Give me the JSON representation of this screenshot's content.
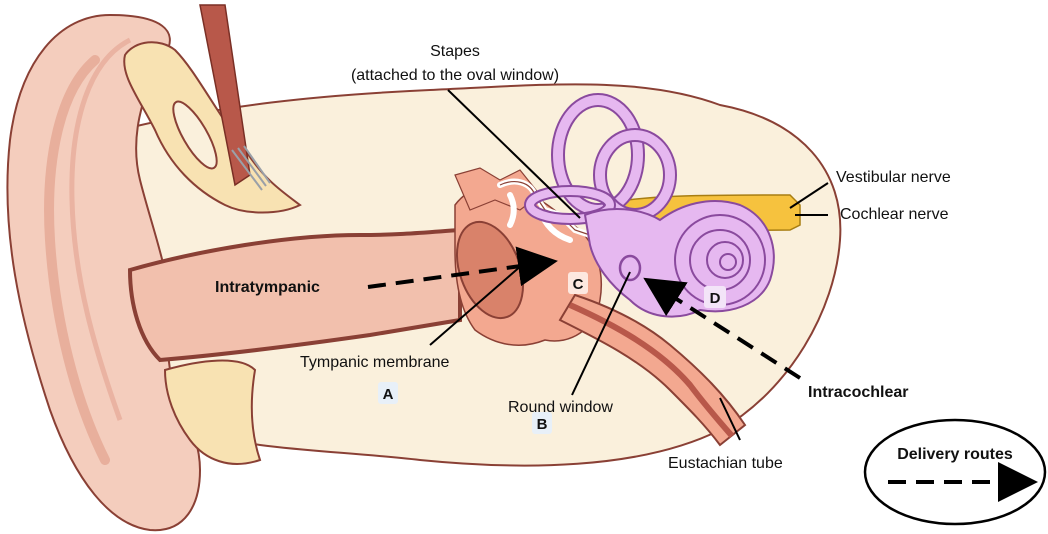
{
  "labels": {
    "stapes_line1": "Stapes",
    "stapes_line2": "(attached to the oval window)",
    "vestibular_nerve": "Vestibular nerve",
    "cochlear_nerve": "Cochlear nerve",
    "intratympanic": "Intratympanic",
    "intracochlear": "Intracochlear",
    "tympanic_membrane": "Tympanic membrane",
    "round_window": "Round window",
    "eustachian_tube": "Eustachian tube"
  },
  "markers": {
    "a": "A",
    "b": "B",
    "c": "C",
    "d": "D"
  },
  "legend": {
    "title": "Delivery routes"
  },
  "colors": {
    "skin": "#f4cdbd",
    "skin_dark": "#e3a28f",
    "bone": "#faf0dc",
    "cartilage": "#f8e2b2",
    "canal": "#f2c0ad",
    "outline": "#8a4035",
    "middle_ear": "#f3a890",
    "inner_ear": "#e6b8f0",
    "inner_ear_outline": "#8a4a9e",
    "nerve": "#f6c23e",
    "membrane": "#d9826a",
    "muscle": "#b8584a"
  }
}
